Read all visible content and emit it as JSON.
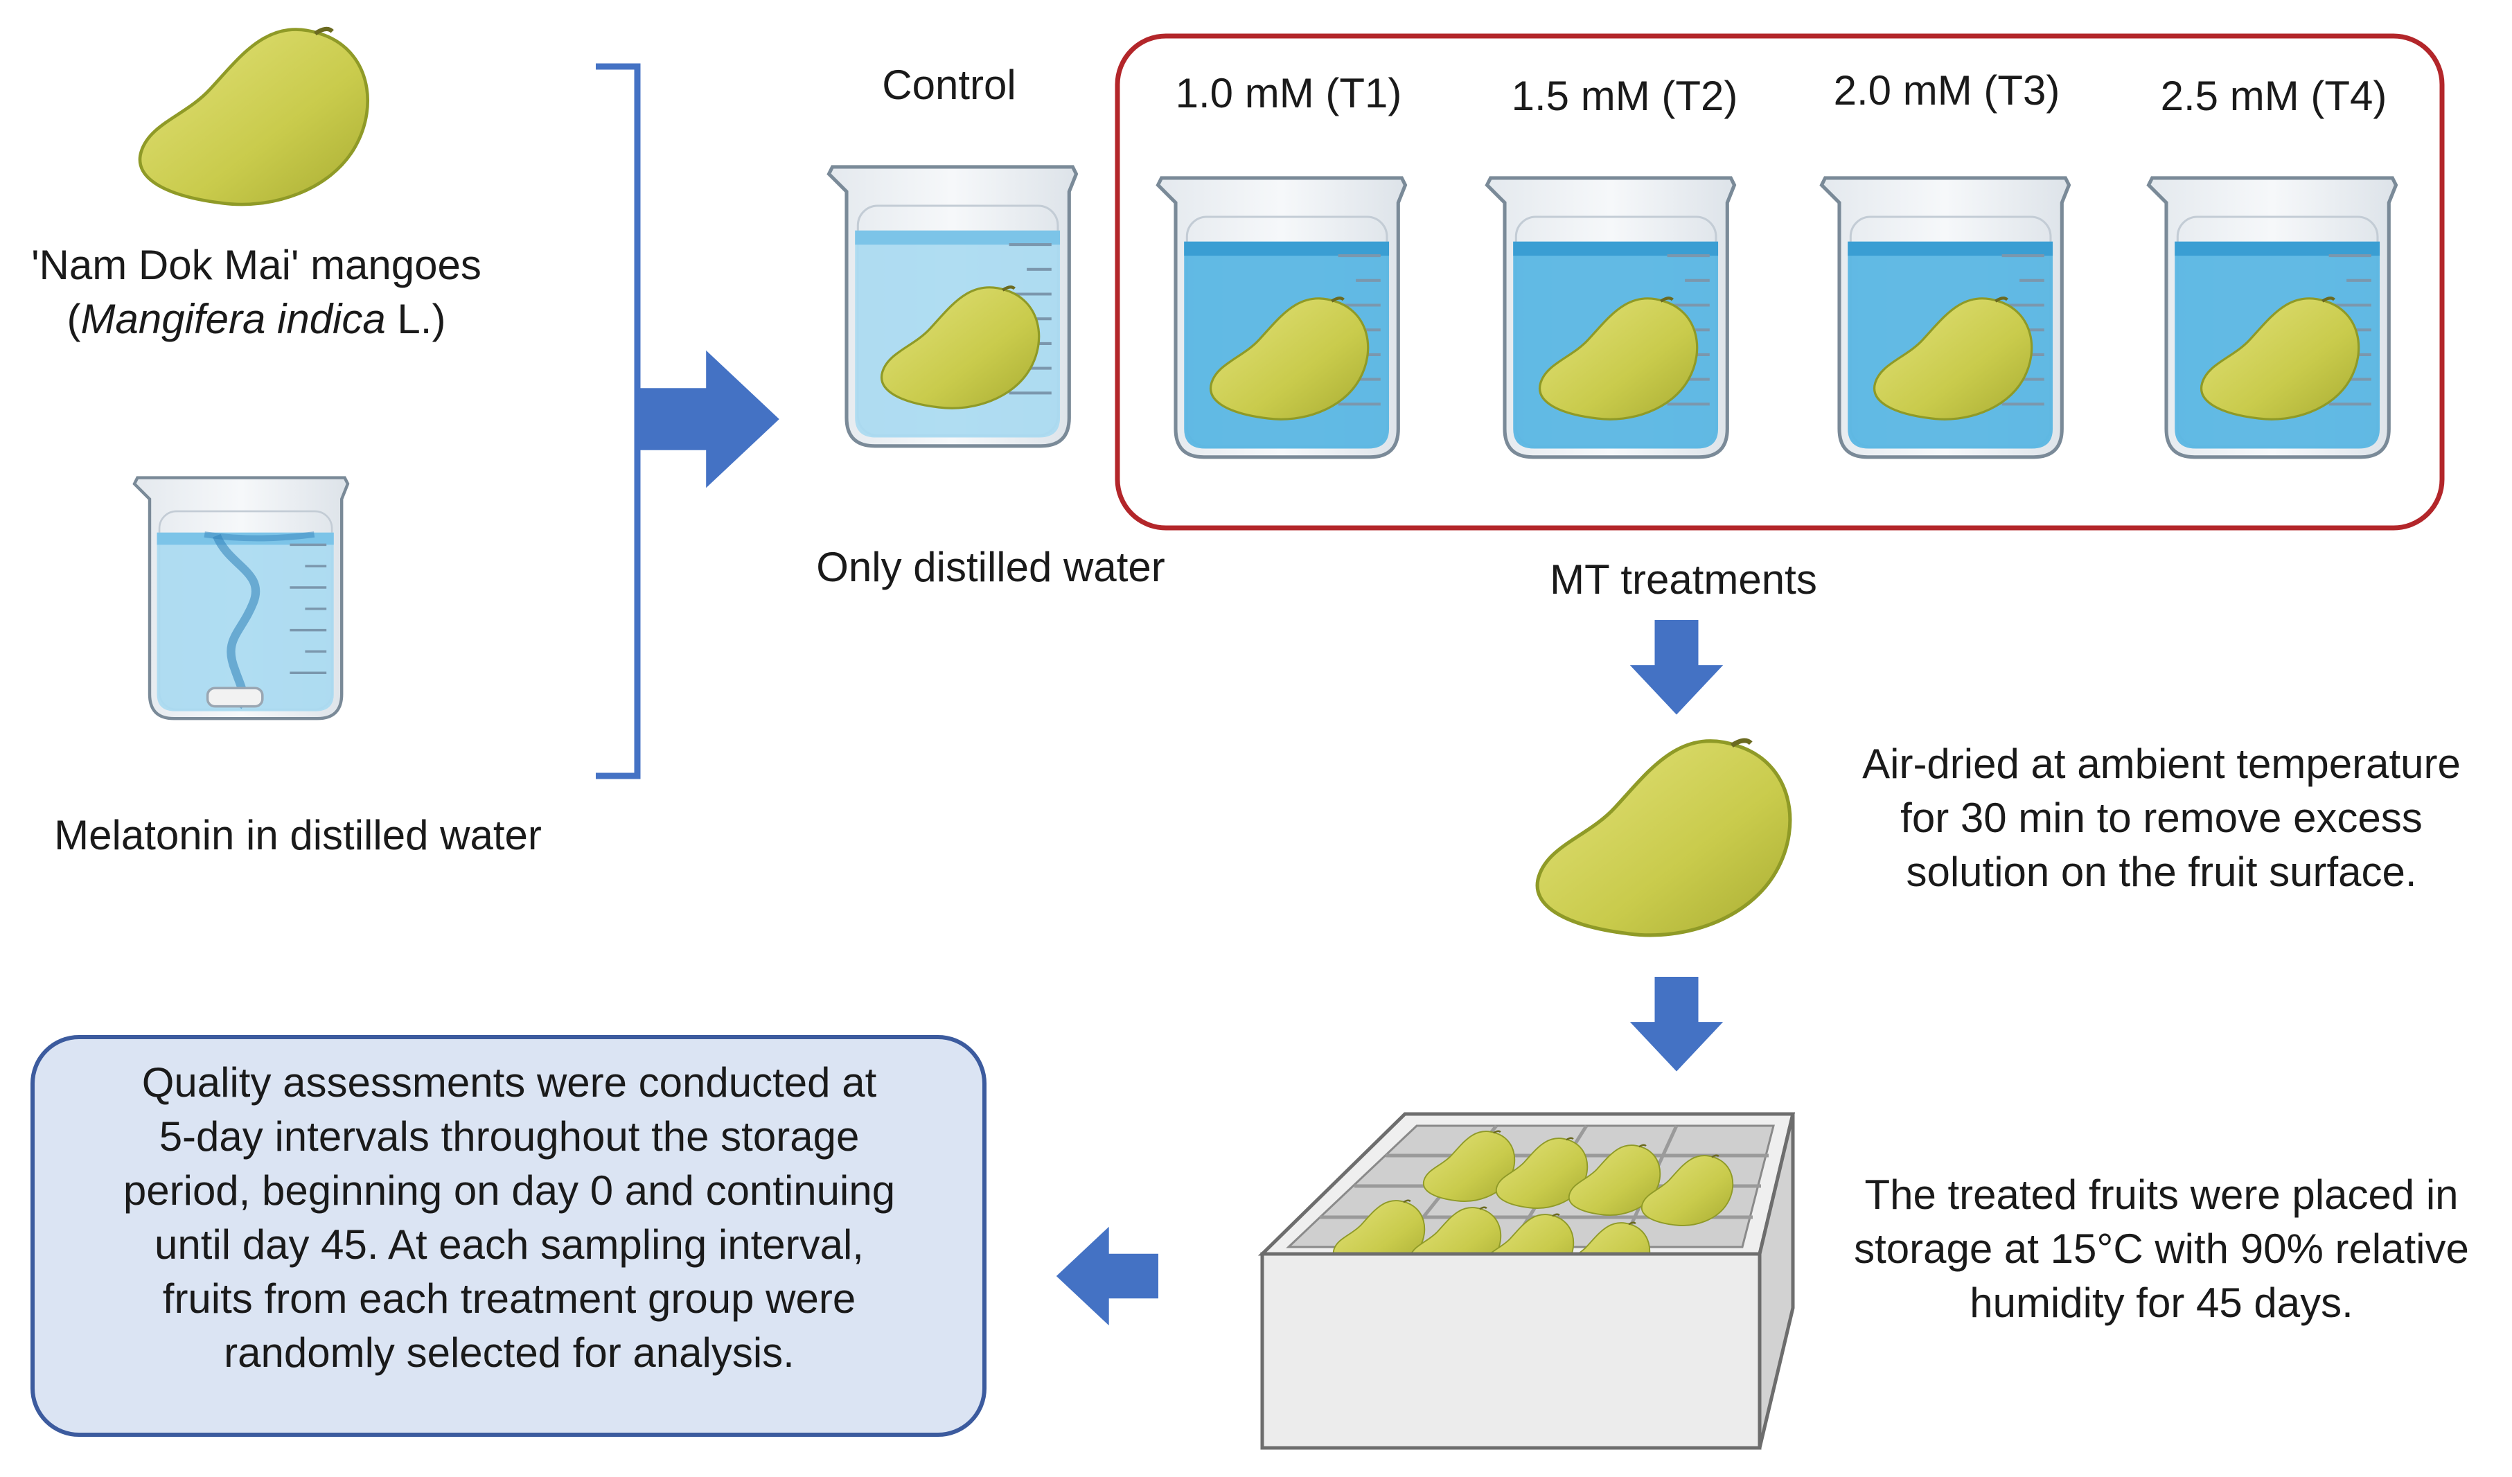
{
  "source": {
    "mango_label_line1": "'Nam Dok Mai' mangoes",
    "mango_label_line2_open": "(",
    "mango_label_line2_species": "Mangifera indica",
    "mango_label_line2_close": " L.)",
    "melatonin_label": "Melatonin in distilled water"
  },
  "control": {
    "title": "Control",
    "caption": "Only distilled water"
  },
  "treatments": {
    "items": [
      {
        "label": "1.0 mM (T1)"
      },
      {
        "label": "1.5 mM (T2)"
      },
      {
        "label": "2.0 mM (T3)"
      },
      {
        "label": "2.5 mM (T4)"
      }
    ],
    "group_caption": "MT treatments"
  },
  "drying": {
    "lines": [
      "Air-dried at ambient temperature",
      "for 30 min to remove excess",
      "solution on the fruit surface."
    ]
  },
  "storage": {
    "lines": [
      "The treated fruits were placed in",
      "storage at 15°C with 90% relative",
      "humidity for 45 days."
    ]
  },
  "assessment": {
    "lines": [
      "Quality assessments were conducted at",
      "5-day intervals throughout the storage",
      "period, beginning on day 0 and continuing",
      "until day 45. At each sampling interval,",
      "fruits from each treatment group were",
      "randomly selected for analysis."
    ]
  },
  "colors": {
    "arrow": "#4472c4",
    "bracket": "#4472c4",
    "treatment_frame": "#b3262a",
    "assessment_box_fill": "#dbe4f3",
    "assessment_box_border": "#3c5b9e",
    "mango_fill": "#cfd057",
    "water_light": "#9ed3ee",
    "water_dark": "#52b1e1"
  },
  "icons": [
    "mango-icon",
    "beaker-icon",
    "storage-crate-icon",
    "arrow-icon"
  ]
}
